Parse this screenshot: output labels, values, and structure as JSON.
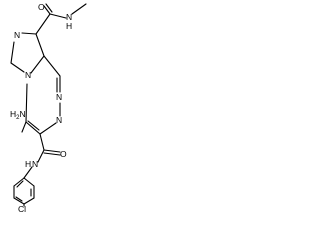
{
  "atoms": {
    "n_imidazole": "N",
    "o_top": "O",
    "nh_top": "N",
    "h_top": "H",
    "n_bridge": "N",
    "n_triazine_1": "N",
    "n_triazine_2": "N",
    "nh2": "NH",
    "nh2_sub": "2",
    "h2n": "H",
    "n_amide": "N",
    "o_mid": "O",
    "cl": "Cl"
  }
}
